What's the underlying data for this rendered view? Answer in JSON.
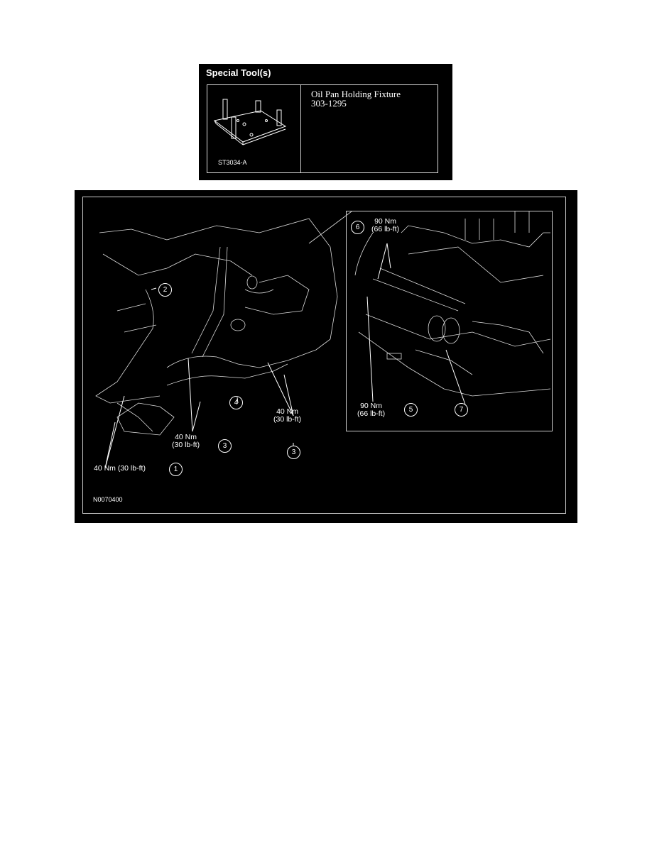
{
  "special_tools": {
    "title": "Special Tool(s)",
    "tool_name": "Oil Pan Holding Fixture",
    "tool_number": "303-1295",
    "illustration_code": "ST3034-A"
  },
  "diagram": {
    "figure_id": "N0070400",
    "callouts": [
      {
        "number": "1",
        "torque": "40 Nm (30 lb-ft)"
      },
      {
        "number": "2"
      },
      {
        "number": "3",
        "torque_nm": "40 Nm",
        "torque_lbft": "(30 lb-ft)"
      },
      {
        "number": "3",
        "torque_nm": "40 Nm",
        "torque_lbft": "(30 lb-ft)"
      },
      {
        "number": "4"
      },
      {
        "number": "5",
        "torque_nm": "90 Nm",
        "torque_lbft": "(66 lb-ft)"
      },
      {
        "number": "6",
        "torque_nm": "90 Nm",
        "torque_lbft": "(66 lb-ft)"
      },
      {
        "number": "7"
      }
    ]
  }
}
